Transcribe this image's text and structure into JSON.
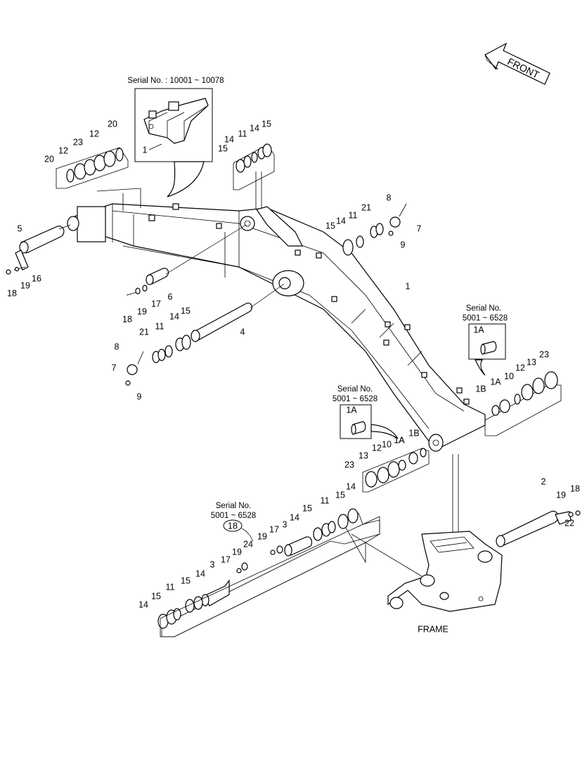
{
  "direction_label": "FRONT",
  "frame_label": "FRAME",
  "serial_boxes": [
    {
      "line1": "Serial No. : 10001 ~ 10078",
      "line2": "",
      "inset_label": "1"
    },
    {
      "line1": "Serial No.",
      "line2": "5001 ~ 6528",
      "inset_label": "1A"
    },
    {
      "line1": "Serial No.",
      "line2": "5001 ~ 6528",
      "inset_label": "1A"
    },
    {
      "line1": "Serial No.",
      "line2": "5001 ~ 6528",
      "inset_label": "18"
    }
  ],
  "callouts": [
    "20",
    "12",
    "23",
    "12",
    "20",
    "15",
    "14",
    "11",
    "14",
    "15",
    "5",
    "16",
    "19",
    "18",
    "6",
    "17",
    "19",
    "18",
    "4",
    "1",
    "15",
    "14",
    "11",
    "21",
    "8",
    "7",
    "9",
    "21",
    "11",
    "14",
    "15",
    "8",
    "7",
    "9",
    "1A",
    "10",
    "12",
    "13",
    "23",
    "1B",
    "1A",
    "23",
    "13",
    "12",
    "10",
    "1A",
    "1B",
    "14",
    "15",
    "11",
    "15",
    "14",
    "24",
    "19",
    "17",
    "3",
    "17",
    "19",
    "3",
    "14",
    "15",
    "11",
    "15",
    "14",
    "2",
    "19",
    "18",
    "22"
  ]
}
